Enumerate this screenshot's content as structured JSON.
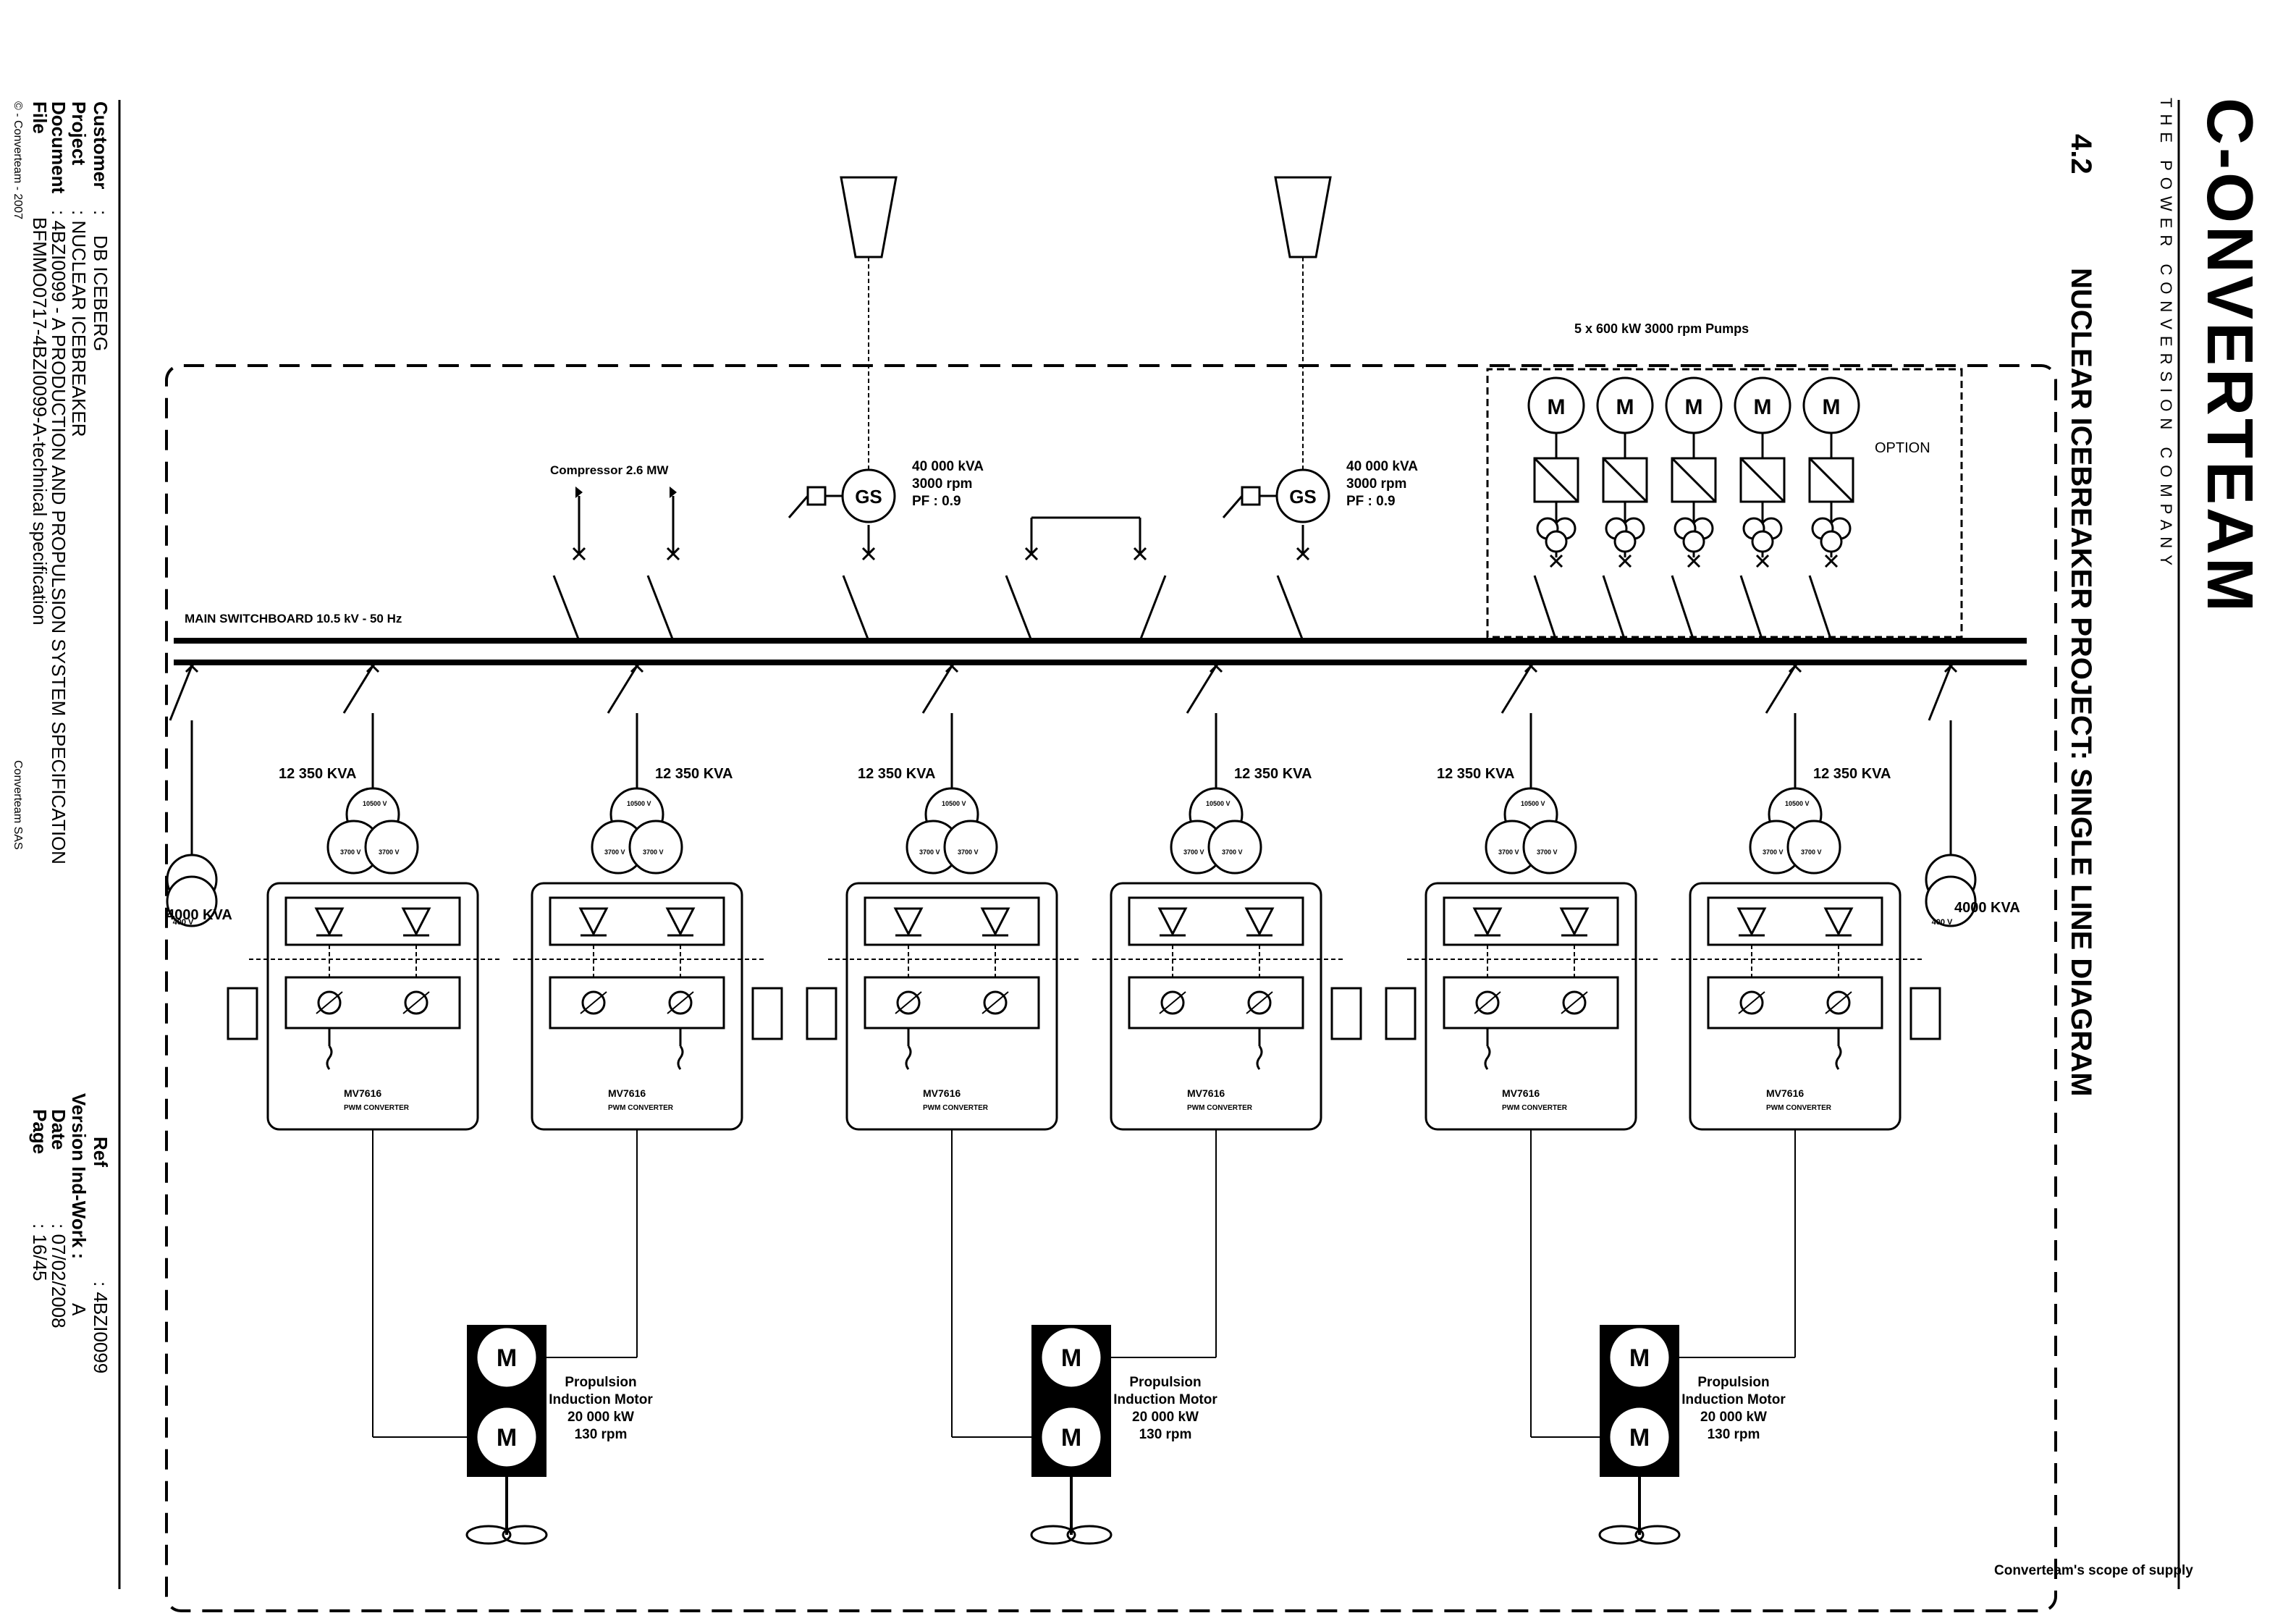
{
  "brand": {
    "logo_text": "C-ONVERTEAM",
    "tagline": "THE POWER CONVERSION COMPANY"
  },
  "section": {
    "number": "4.2",
    "title": "NUCLEAR ICEBREAKER PROJECT: SINGLE LINE DIAGRAM"
  },
  "info_block": {
    "customer_label": "Customer",
    "customer_value": "DB ICEBERG",
    "project_label": "Project",
    "project_value": "NUCLEAR ICEBREAKER",
    "document_label": "Document",
    "document_value": "4BZI0099 - A  PRODUCTION AND PROPULSION SYSTEM SPECIFICATION",
    "file_label": "File",
    "file_value": "BFMMO0717-4BZI0099-A-technical specification",
    "copyright": "© - Converteam - 2007",
    "company": "Converteam SAS"
  },
  "ref_block": {
    "ref_label": "Ref",
    "ref_value": "4BZI0099",
    "version_label": "Version Ind-Work :",
    "version_value": "A",
    "date_label": "Date",
    "date_value": "07/02/2008",
    "page_label": "Page",
    "page_value": "16/45"
  },
  "diagram": {
    "switchboard_label": "MAIN SWITCHBOARD  10.5 kV -  50 Hz",
    "compressor_label": "Compressor 2.6 MW",
    "generator_symbol": "GS",
    "generator_rating": "40 000 kVA",
    "generator_speed": "3000 rpm",
    "generator_pf": "PF : 0.9",
    "pumps_label": "5 x 600 kW 3000 rpm Pumps",
    "pump_motor_symbol": "M",
    "option_label": "OPTION",
    "propulsion_transformer_label": "12 350 KVA",
    "primary_voltage": "10500 V",
    "secondary_voltage": "3700 V",
    "aux_transformer_label": "4000 KVA",
    "aux_voltage": "400 V",
    "converter_model": "MV7616",
    "converter_type": "PWM CONVERTER",
    "motor_symbol": "M",
    "propulsion_motor_line1": "Propulsion",
    "propulsion_motor_line2": "Induction Motor",
    "propulsion_motor_power": "20 000 kW",
    "propulsion_motor_speed": "130 rpm",
    "scope_label": "Converteam's scope of supply"
  }
}
